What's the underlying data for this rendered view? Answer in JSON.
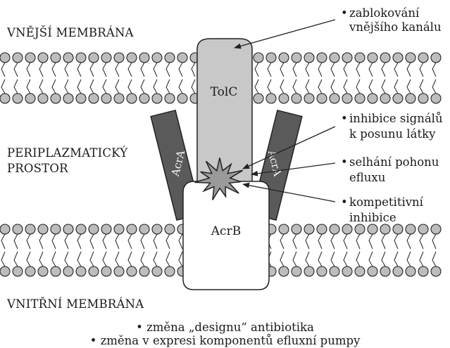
{
  "regions": {
    "outer_membrane": "VNĚJŠÍ MEMBRÁNA",
    "periplasm_line1": "PERIPLAZMATICKÝ",
    "periplasm_line2": "PROSTOR",
    "inner_membrane": "VNITŘNÍ MEMBRÁNA"
  },
  "proteins": {
    "tolc": "TolC",
    "acrb": "AcrB",
    "acra_left": "AcrA",
    "acra_right": "AcrA"
  },
  "callouts": [
    {
      "bullet": "•",
      "line1": "zablokování",
      "line2": "vnějšího kanálu"
    },
    {
      "bullet": "•",
      "line1": "inhibice signálů",
      "line2": "k posunu látky"
    },
    {
      "bullet": "•",
      "line1": "selhání pohonu",
      "line2": "efluxu"
    },
    {
      "bullet": "•",
      "line1": "kompetitivní",
      "line2": "inhibice"
    }
  ],
  "bottom_notes": [
    "• změna „designu“ antibiotika",
    "• změna v expresi komponentů efluxní pumpy"
  ],
  "colors": {
    "lipid_head": "#bdbdbd",
    "tolc_fill": "#c8c8c8",
    "acra_fill": "#5a5a5a",
    "acrb_fill": "#ffffff",
    "star_fill": "#9a9a9a",
    "stroke": "#222222"
  }
}
